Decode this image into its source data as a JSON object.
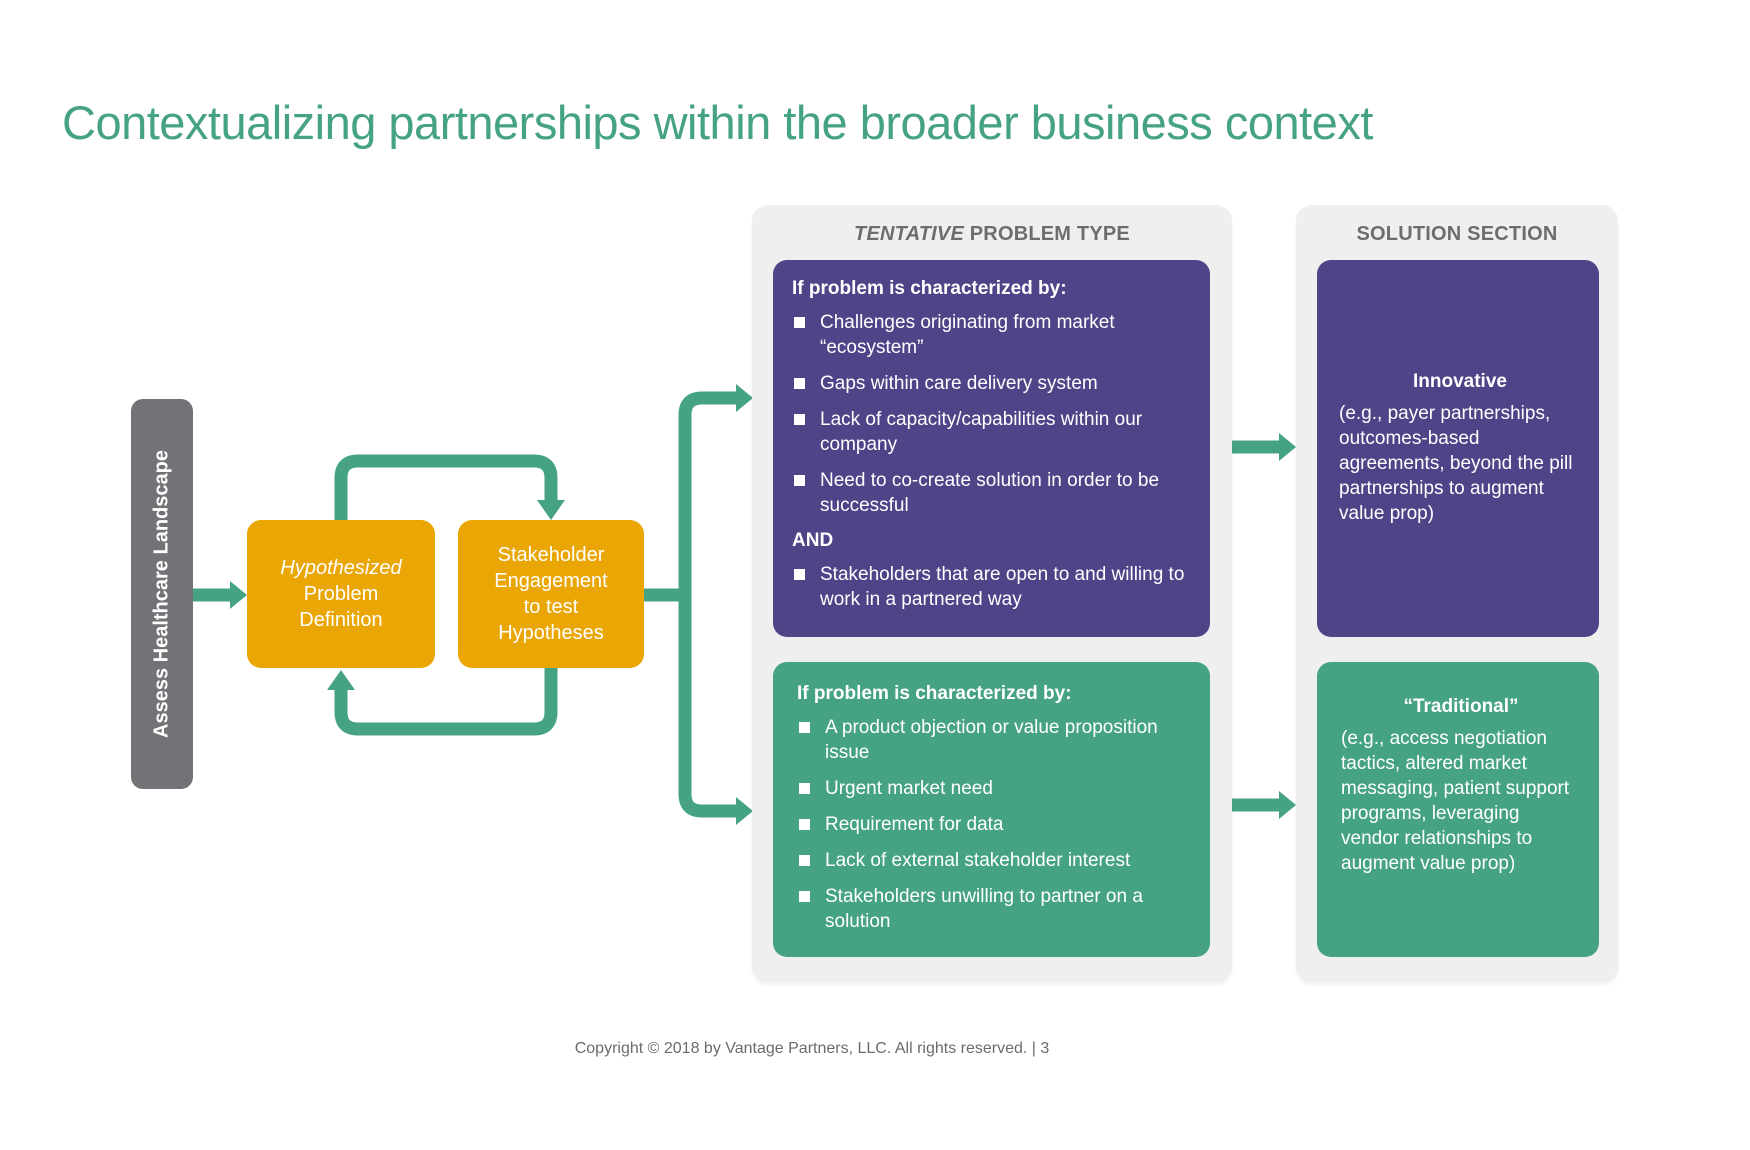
{
  "title": "Contextualizing partnerships within the broader business context",
  "colors": {
    "title": "#46a381",
    "arrow": "#46a381",
    "side_bar": "#737277",
    "orange": "#e9a605",
    "purple": "#4e4588",
    "green": "#46a381",
    "panel": "#efefef"
  },
  "side_bar": {
    "label": "Assess Healthcare Landscape"
  },
  "loop": {
    "box1": {
      "italic": "Hypothesized",
      "line2": "Problem",
      "line3": "Definition"
    },
    "box2": {
      "line1": "Stakeholder",
      "line2": "Engagement",
      "line3": "to test",
      "line4": "Hypotheses"
    }
  },
  "problem_panel": {
    "header_italic": "TENTATIVE",
    "header_rest": " PROBLEM TYPE",
    "innovative_card": {
      "heading": "If problem is characterized by:",
      "items": [
        "Challenges originating from market “ecosystem”",
        "Gaps within care delivery system",
        "Lack of capacity/capabilities within our company",
        "Need to co-create solution in order to be successful"
      ],
      "and_label": "AND",
      "and_items": [
        "Stakeholders that are open to and willing to work in a partnered way"
      ]
    },
    "traditional_card": {
      "heading": "If problem is characterized by:",
      "items": [
        "A product objection or value proposition issue",
        "Urgent market need",
        "Requirement for data",
        "Lack of external stakeholder interest",
        "Stakeholders unwilling to partner on a solution"
      ]
    }
  },
  "solution_panel": {
    "header": "SOLUTION SECTION",
    "innovative": {
      "title": "Innovative",
      "description": "(e.g., payer partnerships, outcomes-based agreements, beyond the pill partnerships to augment value prop)"
    },
    "traditional": {
      "title": "“Traditional”",
      "description": "(e.g., access negotiation tactics, altered market messaging, patient support programs, leveraging vendor relationships to augment value prop)"
    }
  },
  "footer": "Copyright © 2018 by Vantage Partners, LLC. All rights reserved. | 3"
}
